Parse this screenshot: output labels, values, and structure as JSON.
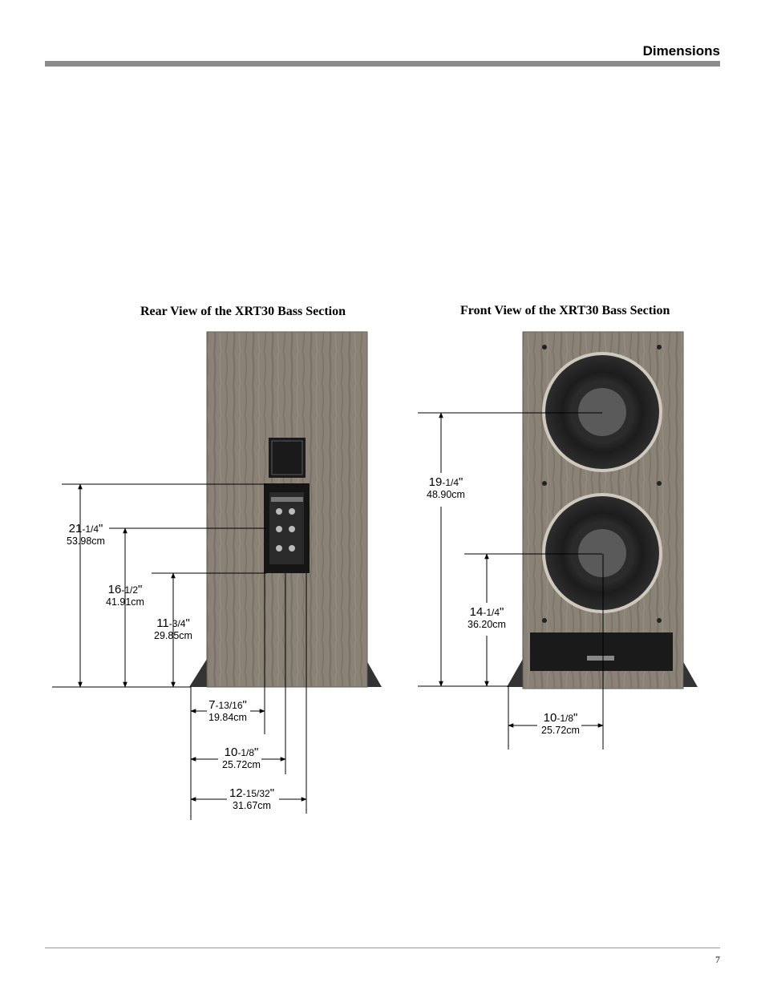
{
  "header": {
    "title": "Dimensions"
  },
  "captions": {
    "rear": "Rear View of the XRT30 Bass Section",
    "front": "Front View of the XRT30 Bass Section"
  },
  "dims": {
    "rear_h1": {
      "whole": "21",
      "frac": "-1/4",
      "inch": "\"",
      "cm": "53.98cm"
    },
    "rear_h2": {
      "whole": "16",
      "frac": "-1/2",
      "inch": "\"",
      "cm": "41.91cm"
    },
    "rear_h3": {
      "whole": "11",
      "frac": "-3/4",
      "inch": "\"",
      "cm": "29.85cm"
    },
    "rear_w1": {
      "whole": "7",
      "frac": "-13/16",
      "inch": "\"",
      "cm": "19.84cm"
    },
    "rear_w2": {
      "whole": "10",
      "frac": "-1/8",
      "inch": "\"",
      "cm": "25.72cm"
    },
    "rear_w3": {
      "whole": "12",
      "frac": "-15/32",
      "inch": "\"",
      "cm": "31.67cm"
    },
    "front_h1": {
      "whole": "19",
      "frac": "-1/4",
      "inch": "\"",
      "cm": "48.90cm"
    },
    "front_h2": {
      "whole": "14",
      "frac": "-1/4",
      "inch": "\"",
      "cm": "36.20cm"
    },
    "front_w1": {
      "whole": "10",
      "frac": "-1/8",
      "inch": "\"",
      "cm": "25.72cm"
    }
  },
  "footer": {
    "page_number": "7"
  }
}
